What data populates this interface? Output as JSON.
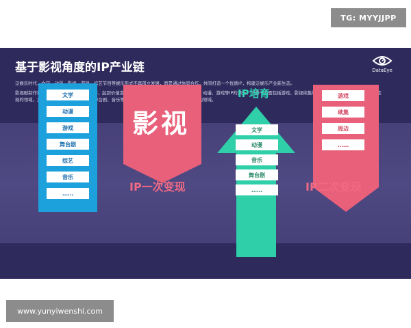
{
  "badge": {
    "text": "TG: MYYJJPP"
  },
  "slide": {
    "title": "基于影视角度的IP产业链",
    "logo": {
      "text": "DataEye"
    },
    "para1": "泛娱乐时代，文学、动漫、影视、游戏、综艺节目等娱乐形式不再孤立发展，而是通过协同合作，共同打造一个优质IP，构建泛娱乐产业新生态。",
    "para2": "影视剧制作和运营通常位于IP产业链的中游，起到价值变现和影响力放大的作用。其上游是文学、动漫、游戏等IP的源头，下游一方面包括游戏、影视续集和周边衍生产品等能够实现IP二次变现的领域，另一方面又包括文学、动漫、舞台剧、音乐等变现能力较弱，但有助于拓展IP影响力的领域。",
    "left_list": [
      "文学",
      "动漫",
      "游戏",
      "舞台剧",
      "综艺",
      "音乐",
      "……"
    ],
    "center_title": "影视",
    "center_caption": "IP一次变现",
    "mid_title": "IP培育",
    "mid_list": [
      "文学",
      "动漫",
      "音乐",
      "舞台剧",
      "……"
    ],
    "right_list": [
      "游戏",
      "续集",
      "周边",
      "……"
    ],
    "right_caption": "IP二次变现"
  },
  "footer": {
    "text": "www.yunyiwenshi.com"
  },
  "colors": {
    "slide_bg": "#2f2a5c",
    "blue_panel": "#1da1dc",
    "pink_arrow": "#e8607a",
    "green_arrow": "#2fcfaa",
    "caption_pink": "#f06a84"
  }
}
